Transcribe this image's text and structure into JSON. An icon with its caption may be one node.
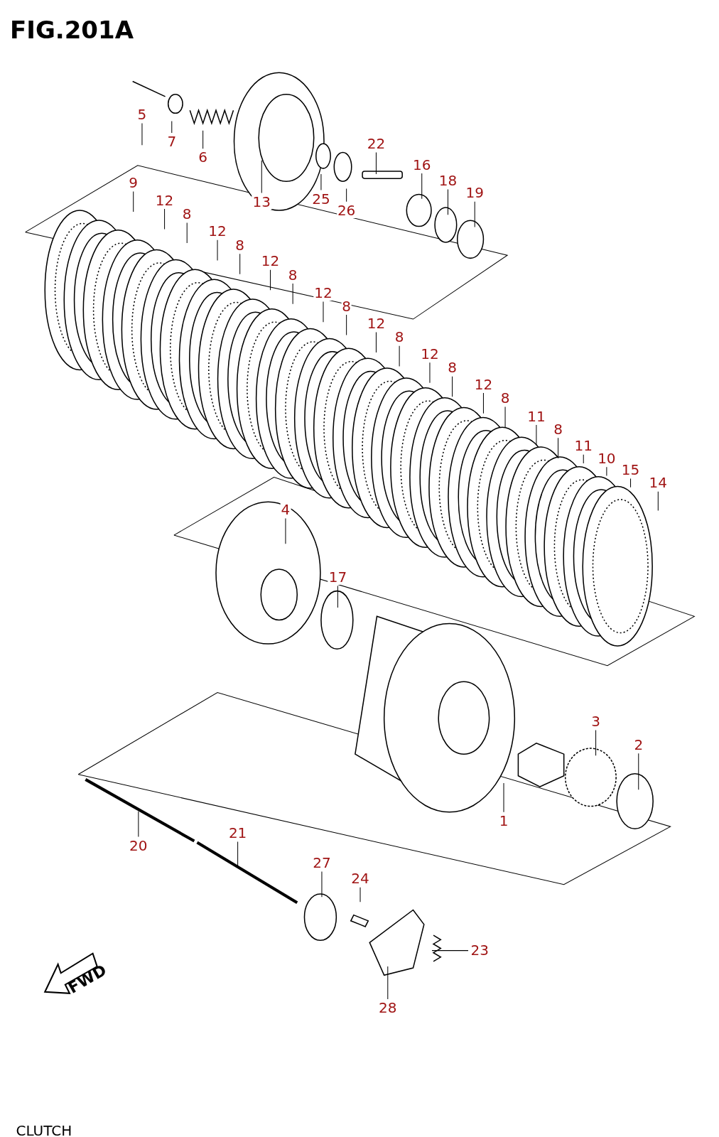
{
  "diagram": {
    "title": "FIG.201A",
    "nodes": [
      {
        "text": [
          "5"
        ]
      },
      {
        "text": [
          "7"
        ]
      },
      {
        "text": [
          "6"
        ]
      },
      {
        "text": [
          "13"
        ]
      },
      {
        "text": [
          "22"
        ]
      },
      {
        "text": [
          "25"
        ]
      },
      {
        "text": [
          "26"
        ]
      },
      {
        "text": [
          "16"
        ]
      },
      {
        "text": [
          "18"
        ]
      },
      {
        "text": [
          "19"
        ]
      },
      {
        "text": [
          "9"
        ]
      },
      {
        "text": [
          "12"
        ]
      },
      {
        "text": [
          "8"
        ]
      },
      {
        "text": [
          "12"
        ]
      },
      {
        "text": [
          "8"
        ]
      },
      {
        "text": [
          "12"
        ]
      },
      {
        "text": [
          "8"
        ]
      },
      {
        "text": [
          "12"
        ]
      },
      {
        "text": [
          "8"
        ]
      },
      {
        "text": [
          "12"
        ]
      },
      {
        "text": [
          "8"
        ]
      },
      {
        "text": [
          "12"
        ]
      },
      {
        "text": [
          "8"
        ]
      },
      {
        "text": [
          "12"
        ]
      },
      {
        "text": [
          "8"
        ]
      },
      {
        "text": [
          "11"
        ]
      },
      {
        "text": [
          "8"
        ]
      },
      {
        "text": [
          "11"
        ]
      },
      {
        "text": [
          "10"
        ]
      },
      {
        "text": [
          "15"
        ]
      },
      {
        "text": [
          "14"
        ]
      },
      {
        "text": [
          "4"
        ]
      },
      {
        "text": [
          "17"
        ]
      },
      {
        "text": [
          "3"
        ]
      },
      {
        "text": [
          "2"
        ]
      },
      {
        "text": [
          "1"
        ]
      },
      {
        "text": [
          "20"
        ]
      },
      {
        "text": [
          "21"
        ]
      },
      {
        "text": [
          "27"
        ]
      },
      {
        "text": [
          "24"
        ]
      },
      {
        "text": [
          "23"
        ]
      },
      {
        "text": [
          "28"
        ]
      }
    ],
    "edges": [
      {
        "from": 0,
        "to": null,
        "arrow": "none"
      },
      {
        "from": 1,
        "to": null,
        "arrow": "none"
      },
      {
        "from": 2,
        "to": null,
        "arrow": "none"
      },
      {
        "from": 3,
        "to": null,
        "arrow": "none"
      },
      {
        "from": 4,
        "to": null,
        "arrow": "none"
      },
      {
        "from": 5,
        "to": null,
        "arrow": "none"
      },
      {
        "from": 6,
        "to": null,
        "arrow": "none"
      },
      {
        "from": 7,
        "to": null,
        "arrow": "none"
      },
      {
        "from": 8,
        "to": null,
        "arrow": "none"
      },
      {
        "from": 9,
        "to": null,
        "arrow": "none"
      },
      {
        "from": 10,
        "to": null,
        "arrow": "none"
      },
      {
        "from": 11,
        "to": null,
        "arrow": "none"
      },
      {
        "from": 12,
        "to": null,
        "arrow": "none"
      },
      {
        "from": 13,
        "to": null,
        "arrow": "none"
      },
      {
        "from": 14,
        "to": null,
        "arrow": "none"
      },
      {
        "from": 15,
        "to": null,
        "arrow": "none"
      },
      {
        "from": 16,
        "to": null,
        "arrow": "none"
      },
      {
        "from": 17,
        "to": null,
        "arrow": "none"
      },
      {
        "from": 18,
        "to": null,
        "arrow": "none"
      },
      {
        "from": 19,
        "to": null,
        "arrow": "none"
      },
      {
        "from": 20,
        "to": null,
        "arrow": "none"
      },
      {
        "from": 21,
        "to": null,
        "arrow": "none"
      },
      {
        "from": 22,
        "to": null,
        "arrow": "none"
      },
      {
        "from": 23,
        "to": null,
        "arrow": "none"
      },
      {
        "from": 24,
        "to": null,
        "arrow": "none"
      },
      {
        "from": 25,
        "to": null,
        "arrow": "none"
      },
      {
        "from": 26,
        "to": null,
        "arrow": "none"
      },
      {
        "from": 27,
        "to": null,
        "arrow": "none"
      },
      {
        "from": 28,
        "to": null,
        "arrow": "none"
      },
      {
        "from": 29,
        "to": null,
        "arrow": "none"
      },
      {
        "from": 30,
        "to": null,
        "arrow": "none"
      },
      {
        "from": 31,
        "to": null,
        "arrow": "none"
      },
      {
        "from": 32,
        "to": null,
        "arrow": "none"
      },
      {
        "from": 33,
        "to": null,
        "arrow": "none"
      },
      {
        "from": 34,
        "to": null,
        "arrow": "none"
      },
      {
        "from": 35,
        "to": null,
        "arrow": "none"
      },
      {
        "from": 36,
        "to": null,
        "arrow": "none"
      },
      {
        "from": 37,
        "to": null,
        "arrow": "none"
      },
      {
        "from": 38,
        "to": null,
        "arrow": "none"
      },
      {
        "from": 39,
        "to": null,
        "arrow": "none"
      },
      {
        "from": 40,
        "to": null,
        "arrow": "none"
      },
      {
        "from": 41,
        "to": null,
        "arrow": "none"
      }
    ],
    "labels": [
      "FWD",
      "CLUTCH"
    ]
  }
}
